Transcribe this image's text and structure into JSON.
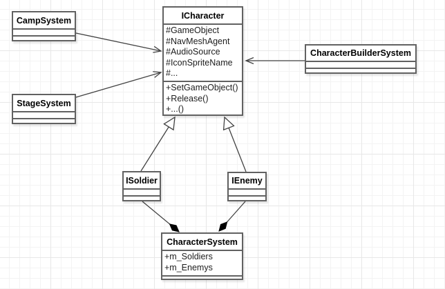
{
  "diagram": {
    "kind": "uml-class-diagram",
    "classes": {
      "camp": {
        "name": "CampSystem"
      },
      "stage": {
        "name": "StageSystem"
      },
      "icharacter": {
        "name": "ICharacter",
        "attributes": [
          "#GameObject",
          "#NavMeshAgent",
          "#AudioSource",
          "#IconSpriteName",
          "#..."
        ],
        "methods": [
          "+SetGameObject()",
          "+Release()",
          "+...()"
        ]
      },
      "builder": {
        "name": "CharacterBuilderSystem"
      },
      "isoldier": {
        "name": "ISoldier"
      },
      "ienemy": {
        "name": "IEnemy"
      },
      "charsystem": {
        "name": "CharacterSystem",
        "attributes": [
          "+m_Soldiers",
          "+m_Enemys"
        ]
      }
    },
    "relationships": [
      {
        "from": "CampSystem",
        "to": "ICharacter",
        "type": "directed-association"
      },
      {
        "from": "StageSystem",
        "to": "ICharacter",
        "type": "directed-association"
      },
      {
        "from": "CharacterBuilderSystem",
        "to": "ICharacter",
        "type": "directed-association"
      },
      {
        "from": "ISoldier",
        "to": "ICharacter",
        "type": "generalization"
      },
      {
        "from": "IEnemy",
        "to": "ICharacter",
        "type": "generalization"
      },
      {
        "from": "ISoldier",
        "to": "CharacterSystem",
        "type": "composition"
      },
      {
        "from": "IEnemy",
        "to": "CharacterSystem",
        "type": "composition"
      }
    ],
    "colors": {
      "canvas": "#ffffff",
      "grid_minor": "#f3f3f3",
      "grid_major": "#e7e7e7",
      "box_border": "#616161",
      "box_fill": "#ffffff",
      "edge": "#424242",
      "text": "#1c1c1c"
    }
  }
}
